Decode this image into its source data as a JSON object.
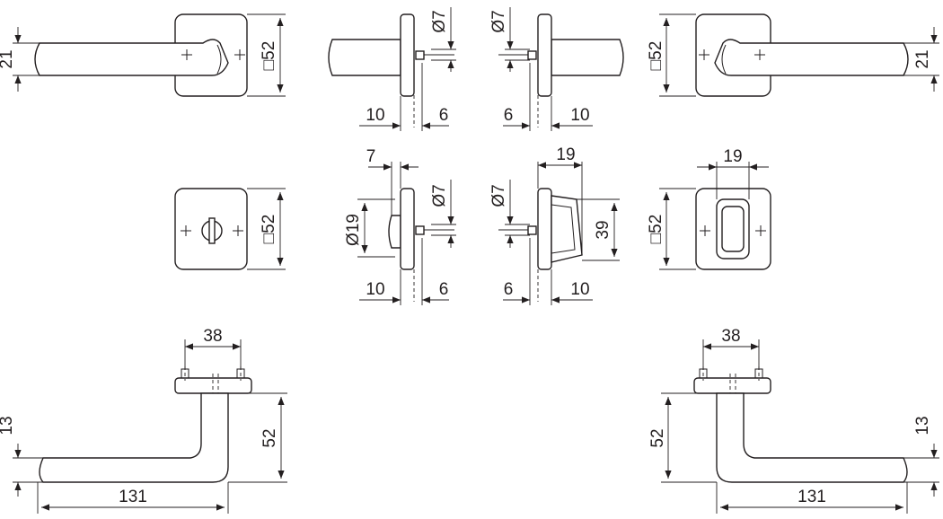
{
  "dimensions": {
    "rose_size": "□52",
    "lever_height": "21",
    "spindle_diameter": "Ø7",
    "rose_projection": "10",
    "spindle_offset": "6",
    "turn_offset": "7",
    "turn_diameter": "Ø19",
    "escutcheon_projection": "19",
    "escutcheon_height": "39",
    "screw_spacing": "38",
    "lever_thickness": "13",
    "lever_drop": "52",
    "lever_length": "131"
  },
  "colors": {
    "line": "#231f20",
    "paper": "#ffffff"
  }
}
